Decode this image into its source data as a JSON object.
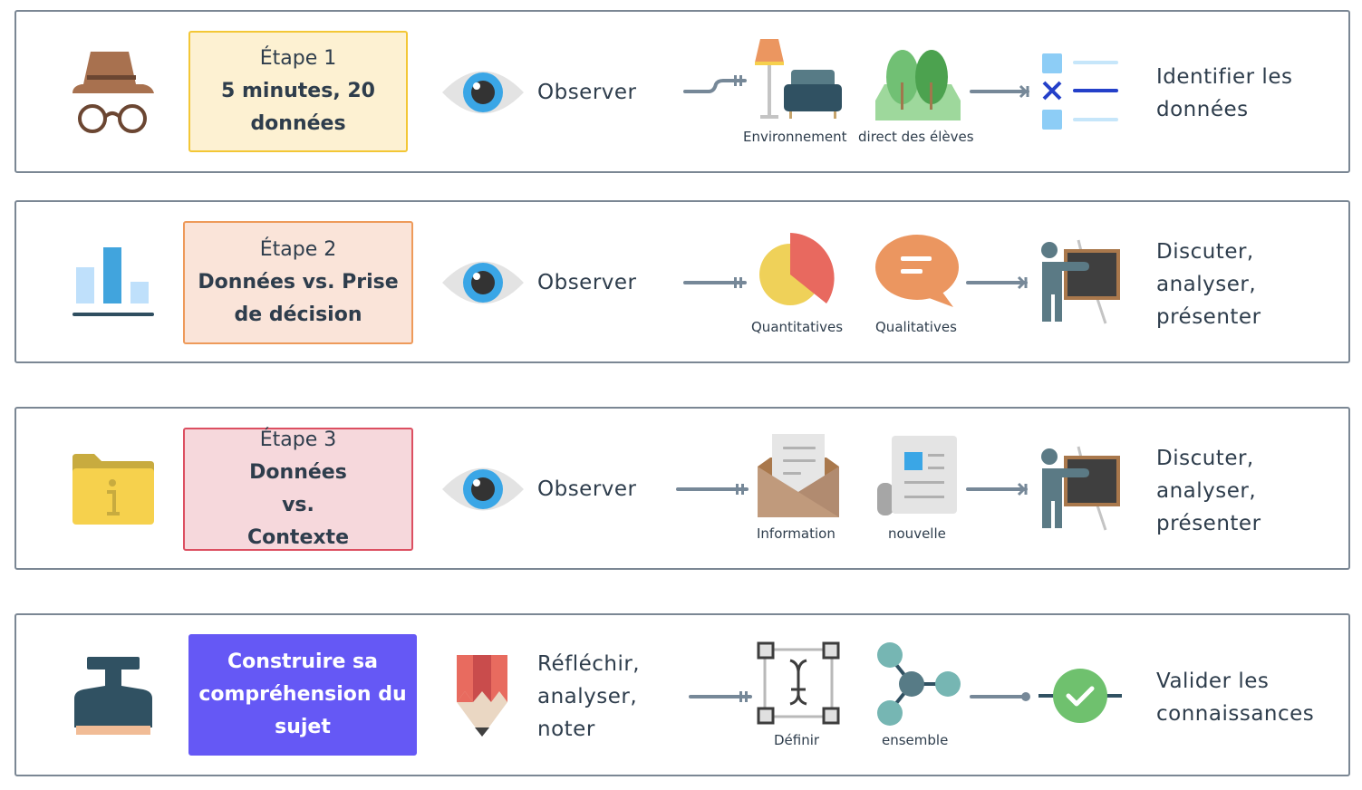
{
  "rows": [
    {
      "step_title": "Étape 1",
      "step_subtitle": "5 minutes, 20 données",
      "step_colors": {
        "fill": "#fdf1d2",
        "border": "#f3c736"
      },
      "lead_icon": "detective-hat-glasses-icon",
      "action_icon": "eye-icon",
      "action": "Observer",
      "items": [
        {
          "icon": "lamp-armchair-icon",
          "caption": "Environnement"
        },
        {
          "icon": "trees-icon",
          "caption": "direct des élèves"
        }
      ],
      "result_icon": "checklist-icon",
      "result": "Identifier les données"
    },
    {
      "step_title": "Étape 2",
      "step_subtitle": "Données vs. Prise de décision",
      "step_colors": {
        "fill": "#fae4d9",
        "border": "#ee9a5a"
      },
      "lead_icon": "bar-chart-icon",
      "action_icon": "eye-icon",
      "action": "Observer",
      "items": [
        {
          "icon": "pie-chart-icon",
          "caption": "Quantitatives"
        },
        {
          "icon": "speech-bubble-icon",
          "caption": "Qualitatives"
        }
      ],
      "result_icon": "presenter-blackboard-icon",
      "result": "Discuter, analyser, présenter"
    },
    {
      "step_title": "Étape 3",
      "step_subtitle": "Données vs. Contexte",
      "step_colors": {
        "fill": "#f6d8dc",
        "border": "#dc4f61"
      },
      "lead_icon": "info-folder-icon",
      "action_icon": "eye-icon",
      "action": "Observer",
      "items": [
        {
          "icon": "open-envelope-icon",
          "caption": "Information"
        },
        {
          "icon": "newspaper-icon",
          "caption": "nouvelle"
        }
      ],
      "result_icon": "presenter-blackboard-icon",
      "result": "Discuter, analyser, présenter"
    },
    {
      "step_title": "",
      "step_subtitle": "Construire sa compréhension du sujet",
      "step_colors": {
        "fill": "#6558f5",
        "border": "#6558f5"
      },
      "lead_icon": "stamp-icon",
      "action_icon": "pencil-icon",
      "action": "Réfléchir, analyser, noter",
      "items": [
        {
          "icon": "text-frame-icon",
          "caption": "Définir"
        },
        {
          "icon": "network-nodes-icon",
          "caption": "ensemble"
        }
      ],
      "result_icon": "check-circle-icon",
      "result": "Valider les connaissances"
    }
  ]
}
